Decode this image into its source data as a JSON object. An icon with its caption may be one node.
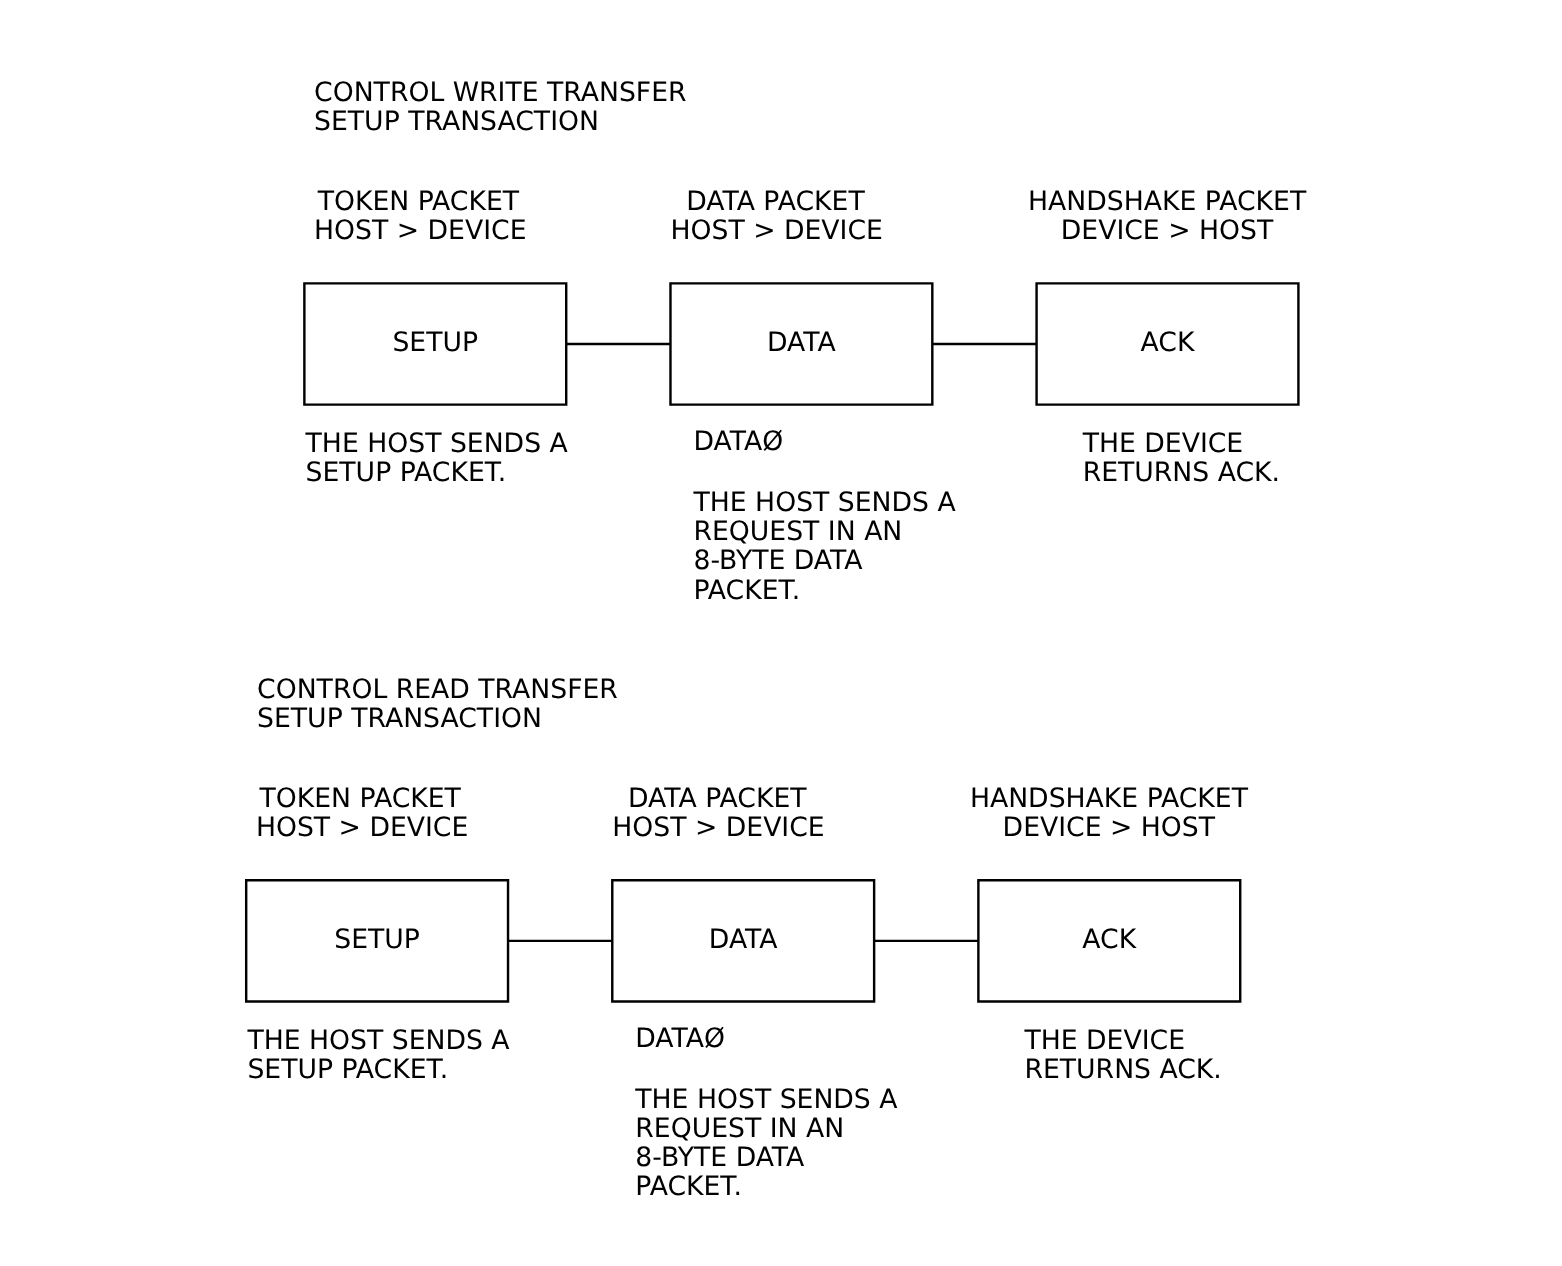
{
  "diagram": {
    "nodes": [
      {
        "text": [
          "SETUP"
        ],
        "beside": [
          "TOKEN PACKET",
          "HOST > DEVICE",
          "THE HOST SENDS A SETUP PACKET."
        ]
      },
      {
        "text": [
          "DATA"
        ],
        "beside": [
          "DATA PACKET",
          "HOST > DEVICE",
          "DATAØ",
          "THE HOST SENDS A REQUEST IN AN 8-BYTE DATA PACKET."
        ]
      },
      {
        "text": [
          "ACK"
        ],
        "beside": [
          "HANDSHAKE PACKET",
          "DEVICE > HOST",
          "THE DEVICE RETURNS ACK."
        ]
      },
      {
        "text": [
          "SETUP"
        ],
        "beside": [
          "TOKEN PACKET",
          "HOST > DEVICE",
          "THE HOST SENDS A SETUP PACKET."
        ]
      },
      {
        "text": [
          "DATA"
        ],
        "beside": [
          "DATA PACKET",
          "HOST > DEVICE",
          "DATAØ",
          "THE HOST SENDS A REQUEST IN AN 8-BYTE DATA PACKET."
        ]
      },
      {
        "text": [
          "ACK"
        ],
        "beside": [
          "HANDSHAKE PACKET",
          "DEVICE > HOST",
          "THE DEVICE RETURNS ACK."
        ]
      }
    ],
    "edges": [
      {
        "from": 0,
        "to": 1,
        "arrow": "none"
      },
      {
        "from": 1,
        "to": 2,
        "arrow": "none"
      },
      {
        "from": 3,
        "to": 4,
        "arrow": "none"
      },
      {
        "from": 4,
        "to": 5,
        "arrow": "none"
      }
    ],
    "labels": [
      "CONTROL WRITE TRANSFER",
      "SETUP TRANSACTION",
      "CONTROL READ TRANSFER",
      "SETUP TRANSACTION"
    ]
  }
}
